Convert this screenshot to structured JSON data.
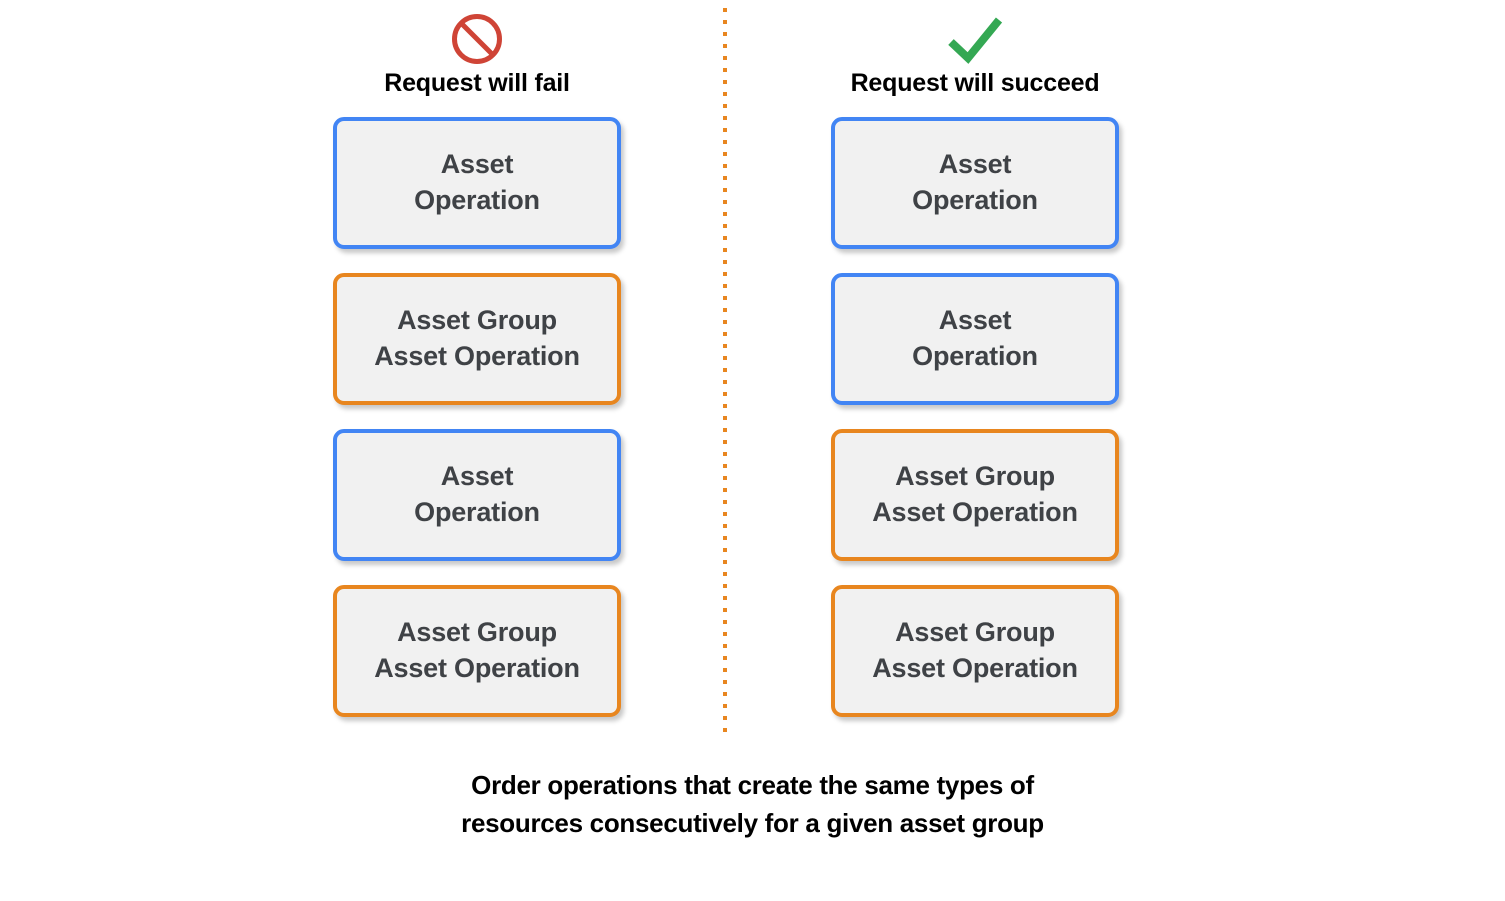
{
  "colors": {
    "blue_accent": "#4285f4",
    "orange_accent": "#e8861f",
    "box_fill": "#f1f1f1",
    "box_text": "#3f4246",
    "heading_text": "#000000",
    "fail_icon": "#cf4436",
    "success_icon": "#34a853",
    "background": "#ffffff"
  },
  "columns": [
    {
      "id": "fail",
      "icon": "prohibited-icon",
      "heading": "Request will fail",
      "boxes": [
        {
          "accent": "blue",
          "lines": [
            "Asset",
            "Operation"
          ]
        },
        {
          "accent": "orange",
          "lines": [
            "Asset Group",
            "Asset Operation"
          ]
        },
        {
          "accent": "blue",
          "lines": [
            "Asset",
            "Operation"
          ]
        },
        {
          "accent": "orange",
          "lines": [
            "Asset Group",
            "Asset Operation"
          ]
        }
      ]
    },
    {
      "id": "succeed",
      "icon": "checkmark-icon",
      "heading": "Request will succeed",
      "boxes": [
        {
          "accent": "blue",
          "lines": [
            "Asset",
            "Operation"
          ]
        },
        {
          "accent": "blue",
          "lines": [
            "Asset",
            "Operation"
          ]
        },
        {
          "accent": "orange",
          "lines": [
            "Asset Group",
            "Asset Operation"
          ]
        },
        {
          "accent": "orange",
          "lines": [
            "Asset Group",
            "Asset Operation"
          ]
        }
      ]
    }
  ],
  "caption": {
    "line1": "Order operations that create the same types of",
    "line2": "resources consecutively for a given asset group"
  }
}
